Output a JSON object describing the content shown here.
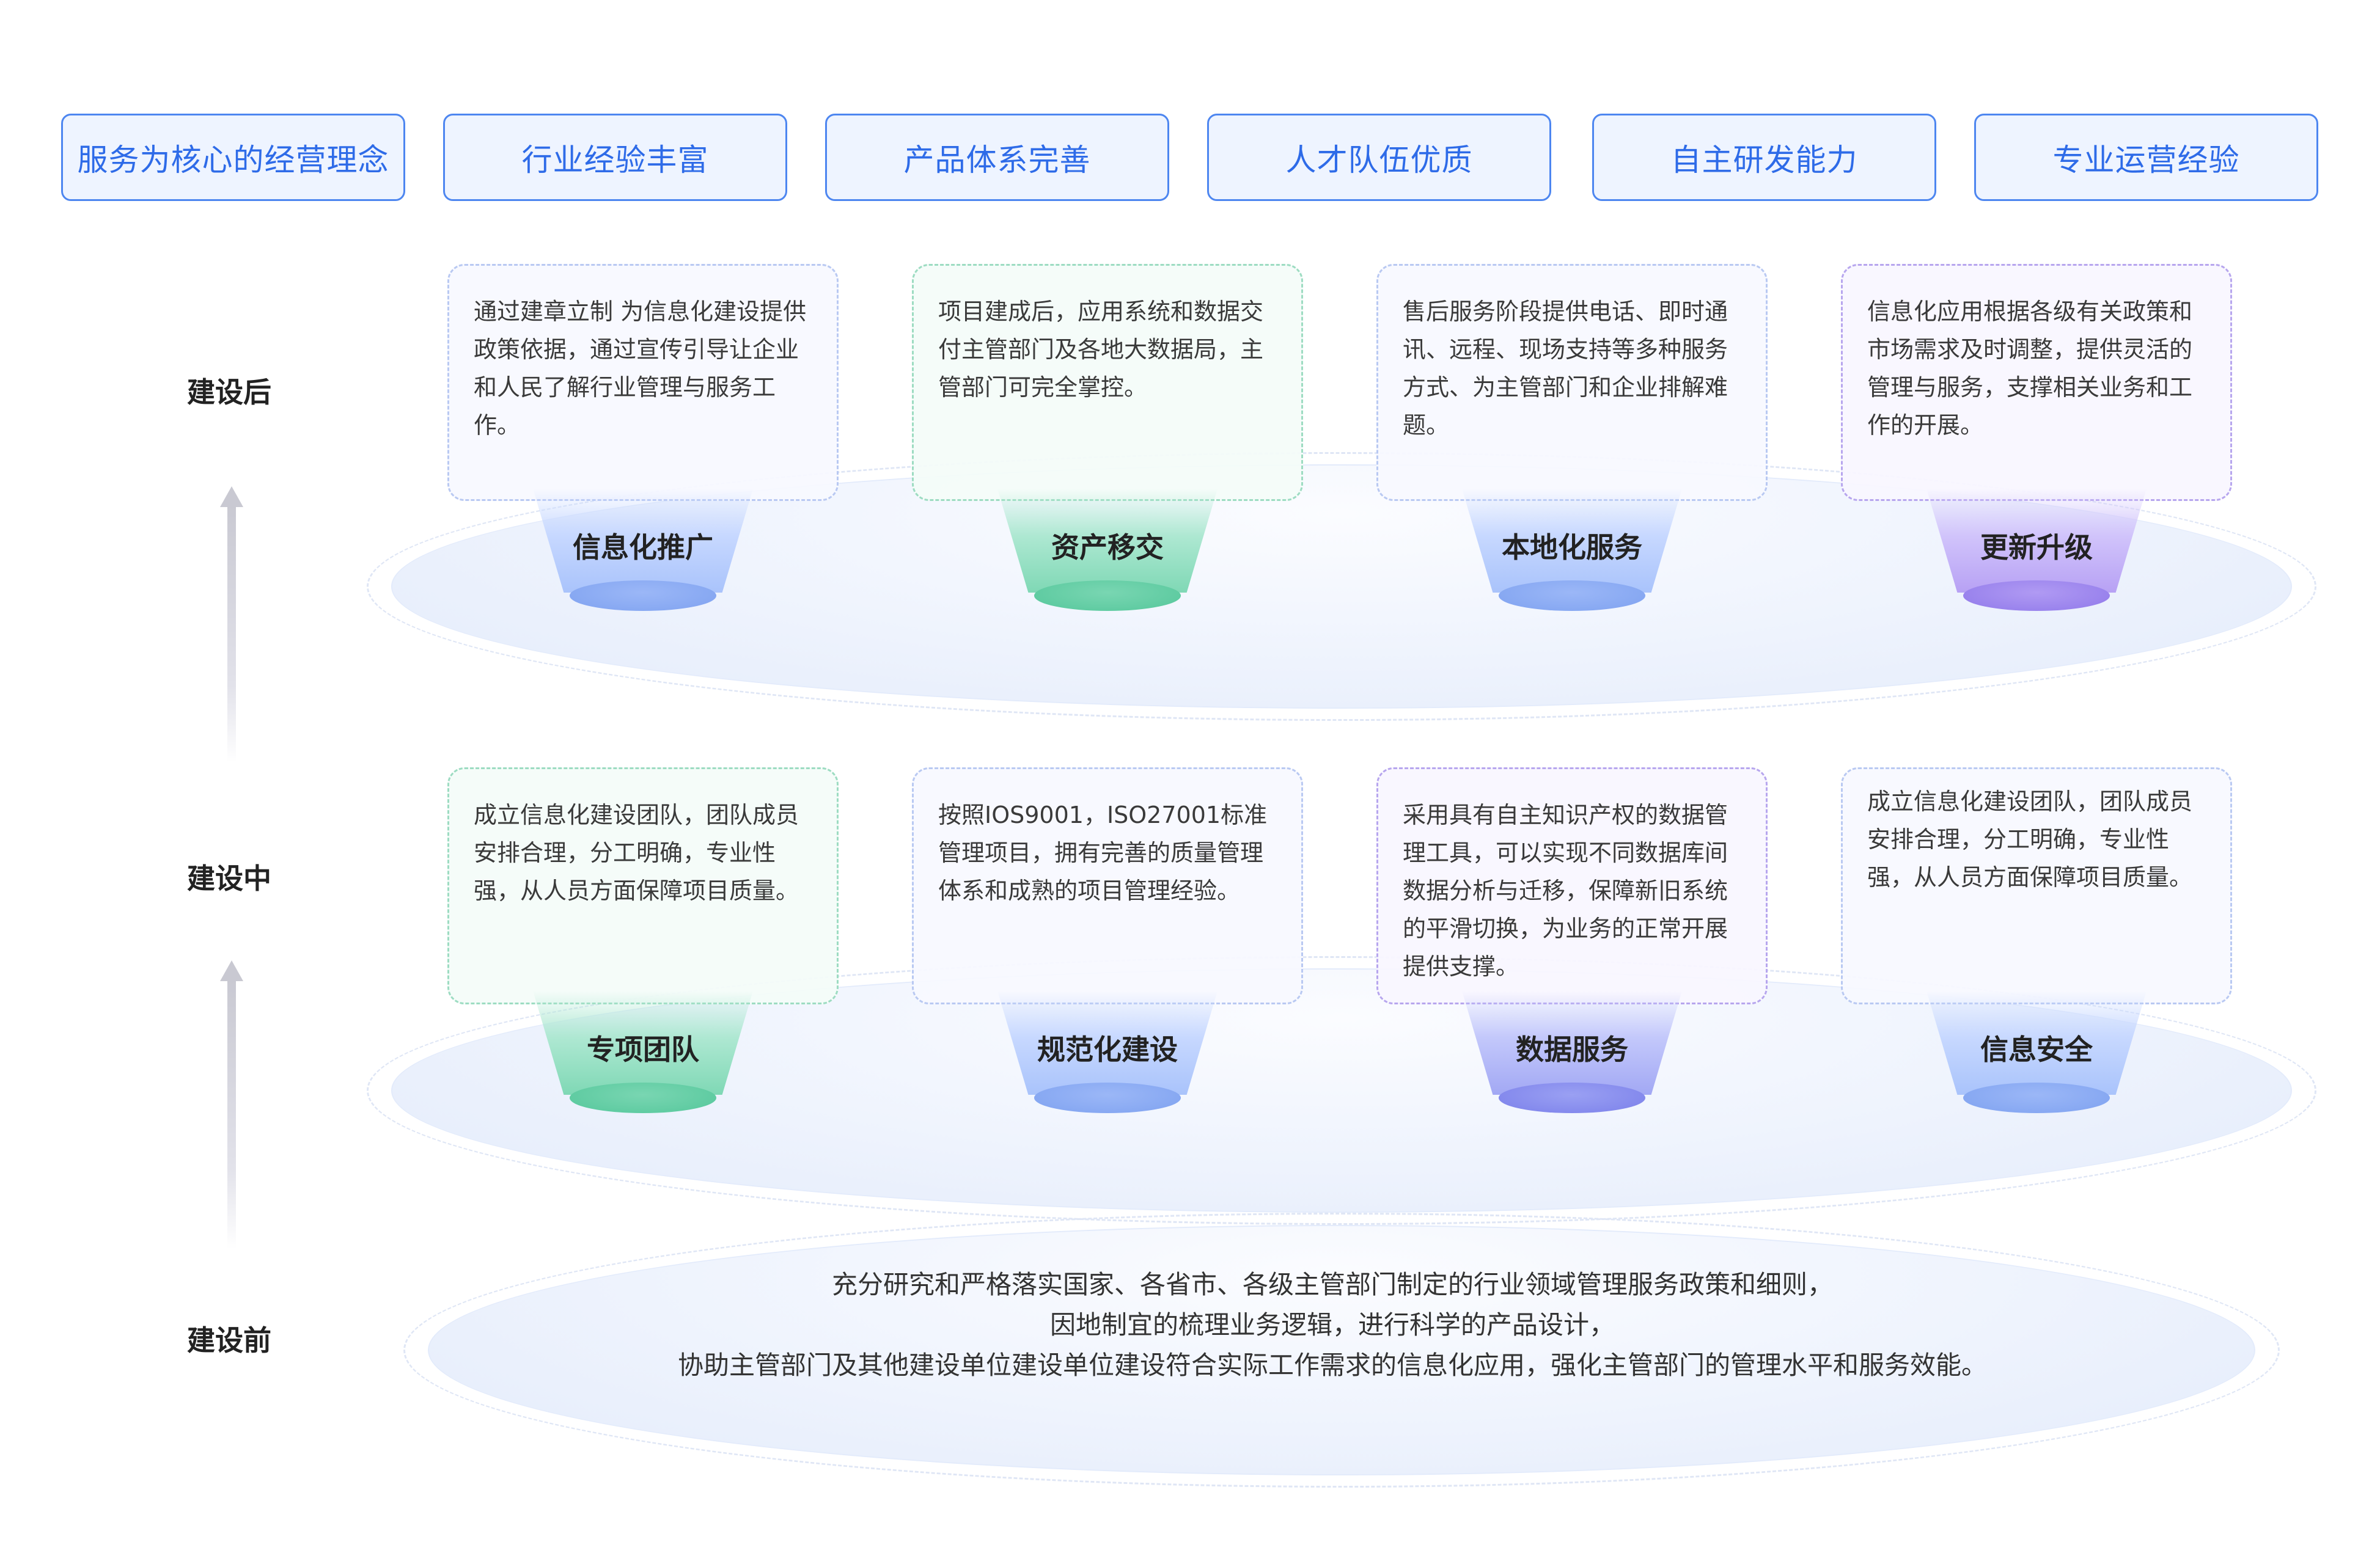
{
  "pillars": [
    {
      "label": "服务为核心的经营理念"
    },
    {
      "label": "行业经验丰富"
    },
    {
      "label": "产品体系完善"
    },
    {
      "label": "人才队伍优质"
    },
    {
      "label": "自主研发能力"
    },
    {
      "label": "专业运营经验"
    }
  ],
  "stages": {
    "after": "建设后",
    "during": "建设中",
    "before": "建设前"
  },
  "after_items": [
    {
      "title": "信息化推广",
      "text": "通过建章立制 为信息化建设提供政策依据，通过宣传引导让企业和人民了解行业管理与服务工作。",
      "color": "#4d86f0"
    },
    {
      "title": "资产移交",
      "text": "项目建成后，应用系统和数据交付主管部门及各地大数据局，主管部门可完全掌控。",
      "color": "#55c79b"
    },
    {
      "title": "本地化服务",
      "text": "售后服务阶段提供电话、即时通讯、远程、现场支持等多种服务方式、为主管部门和企业排解难题。",
      "color": "#4d86f0"
    },
    {
      "title": "更新升级",
      "text": "信息化应用根据各级有关政策和市场需求及时调整，提供灵活的管理与服务，支撑相关业务和工作的开展。",
      "color": "#9079ea"
    }
  ],
  "during_items": [
    {
      "title": "专项团队",
      "text": "成立信息化建设团队，团队成员安排合理，分工明确，专业性强，从人员方面保障项目质量。",
      "color": "#55c79b"
    },
    {
      "title": "规范化建设",
      "text": "按照IOS9001，ISO27001标准管理项目，拥有完善的质量管理体系和成熟的项目管理经验。",
      "color": "#4d86f0"
    },
    {
      "title": "数据服务",
      "text": "采用具有自主知识产权的数据管理工具，可以实现不同数据库间数据分析与迁移，保障新旧系统的平滑切换，为业务的正常开展提供支撑。",
      "color": "#7b80ea"
    },
    {
      "title": "信息安全",
      "text": "成立信息化建设团队，团队成员安排合理，分工明确，专业性强，从人员方面保障项目质量。",
      "color": "#4d86f0"
    }
  ],
  "before_text": {
    "line1": "充分研究和严格落实国家、各省市、各级主管部门制定的行业领域管理服务政策和细则，",
    "line2": "因地制宜的梳理业务逻辑，进行科学的产品设计，",
    "line3": "协助主管部门及其他建设单位建设单位建设符合实际工作需求的信息化应用，强化主管部门的管理水平和服务效能。"
  }
}
